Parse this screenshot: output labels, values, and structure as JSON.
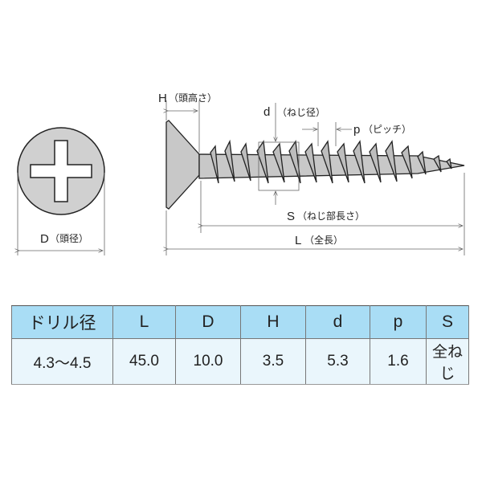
{
  "diagram": {
    "head_diameter_label": "D",
    "head_diameter_note": "（頭径）",
    "head_height_label": "H",
    "head_height_note": "（頭高さ）",
    "thread_diameter_label": "d",
    "thread_diameter_note": "（ねじ径）",
    "pitch_label": "p",
    "pitch_note": "（ピッチ）",
    "thread_length_label": "S",
    "thread_length_note": "（ねじ部長さ）",
    "total_length_label": "L",
    "total_length_note": "（全長）"
  },
  "table": {
    "headers": [
      "ドリル径",
      "L",
      "D",
      "H",
      "d",
      "p",
      "S"
    ],
    "rows": [
      [
        "4.3〜4.5",
        "45.0",
        "10.0",
        "3.5",
        "5.3",
        "1.6",
        "全ねじ"
      ]
    ]
  }
}
